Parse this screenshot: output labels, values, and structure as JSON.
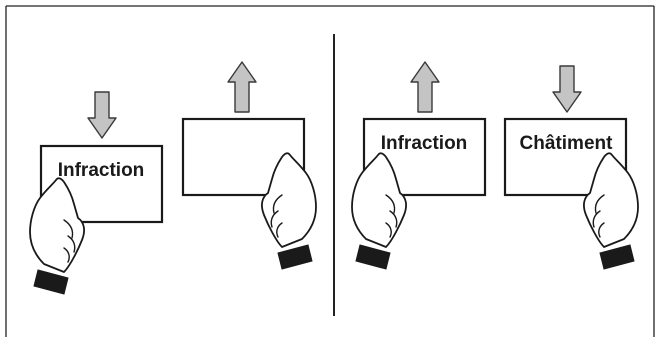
{
  "panels": {
    "left": {
      "card_held_label": "Infraction",
      "card_raised_label": ""
    },
    "right": {
      "card_raised_label": "Infraction",
      "card_held_label": "Châtiment"
    }
  },
  "arrows": {
    "left_panel": [
      "down",
      "up"
    ],
    "right_panel": [
      "up",
      "down"
    ]
  },
  "colors": {
    "arrow_fill": "#c4c4c4",
    "outline": "#1a1a1a",
    "background": "#ffffff"
  }
}
